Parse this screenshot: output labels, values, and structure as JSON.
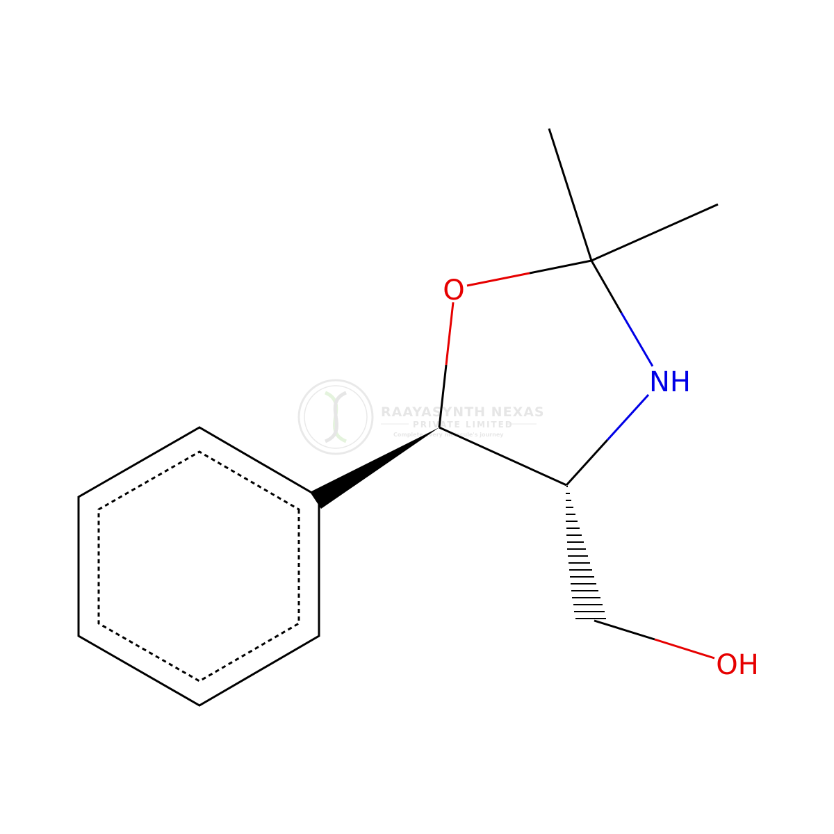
{
  "atoms": {
    "ring_oxygen": "O",
    "ring_nitrogen": "NH",
    "hydroxyl": "OH"
  },
  "colors": {
    "bond": "#000000",
    "oxygen": "#e60000",
    "nitrogen": "#0000e6"
  },
  "watermark": {
    "company": "RAAYASYNTH NEXAS",
    "subtitle": "PRIVATE LIMITED",
    "tagline": "Complete every molecule's journey"
  }
}
